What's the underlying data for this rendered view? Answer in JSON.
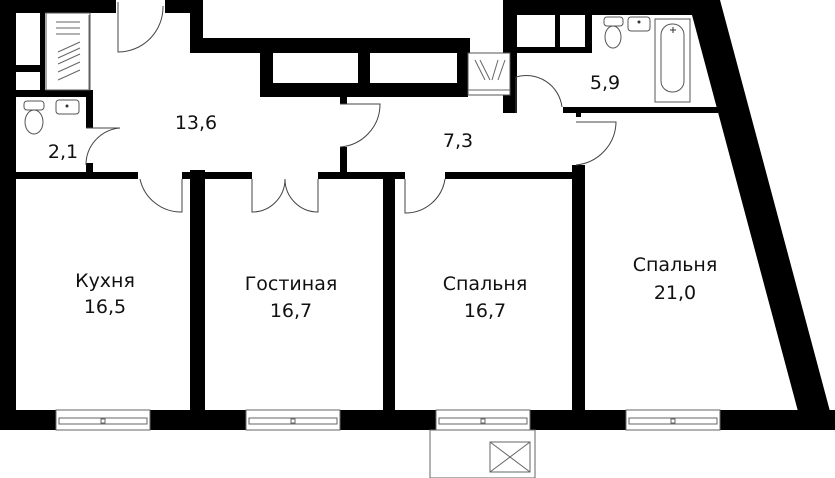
{
  "plan": {
    "rooms": [
      {
        "id": "kitchen",
        "name": "Кухня",
        "area": "16,5"
      },
      {
        "id": "living",
        "name": "Гостиная",
        "area": "16,7"
      },
      {
        "id": "bedroom1",
        "name": "Спальня",
        "area": "16,7"
      },
      {
        "id": "bedroom2",
        "name": "Спальня",
        "area": "21,0"
      },
      {
        "id": "hall",
        "name": "",
        "area": "13,6"
      },
      {
        "id": "wc",
        "name": "",
        "area": "2,1"
      },
      {
        "id": "corridor",
        "name": "",
        "area": "7,3"
      },
      {
        "id": "bathroom",
        "name": "",
        "area": "5,9"
      }
    ],
    "colors": {
      "wall": "#000000",
      "fixture": "#555555"
    }
  }
}
